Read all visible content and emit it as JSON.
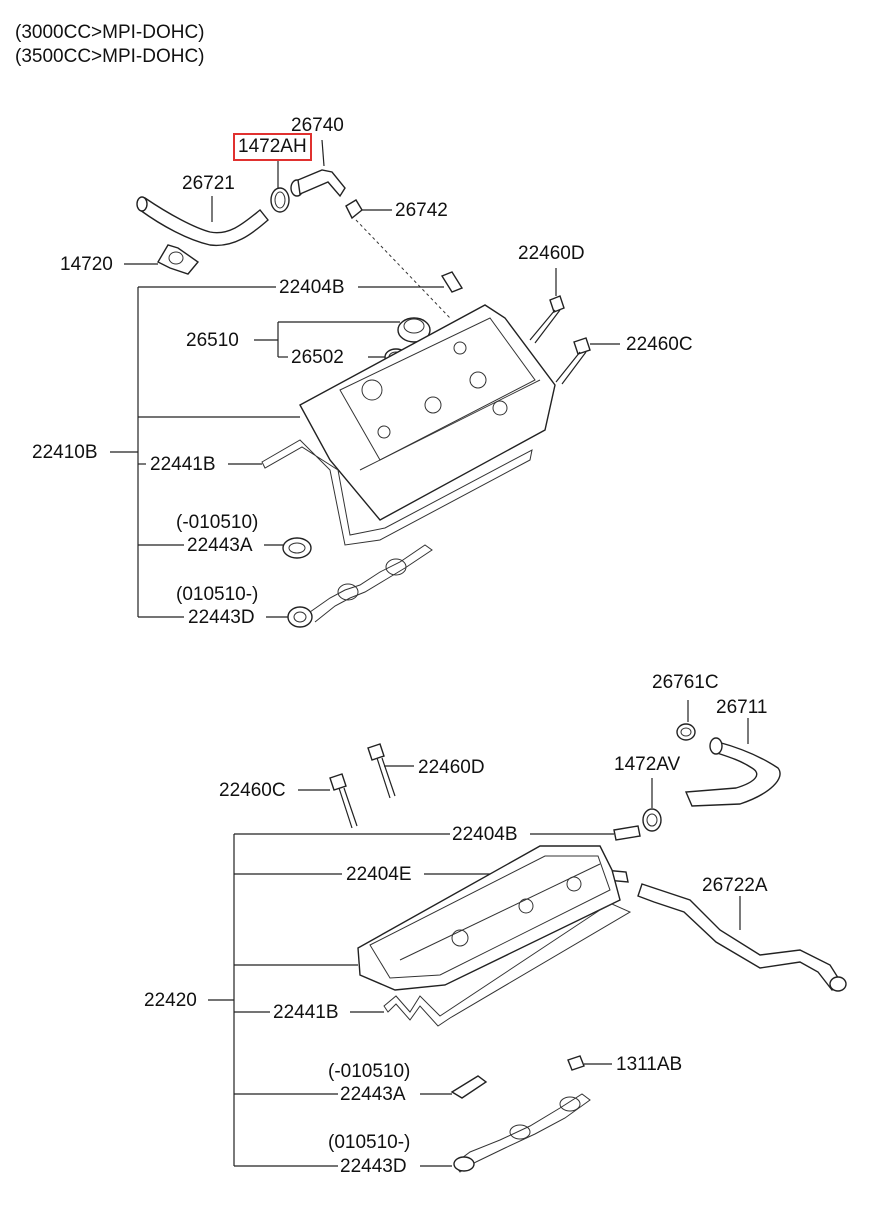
{
  "header": {
    "line1": "(3000CC>MPI-DOHC)",
    "line2": "(3500CC>MPI-DOHC)"
  },
  "highlight": {
    "part": "1472AH",
    "color": "#e0312f"
  },
  "upper": {
    "p26740": "26740",
    "p1472AH": "1472AH",
    "p26721": "26721",
    "p26742": "26742",
    "p14720": "14720",
    "p22460D": "22460D",
    "p22404B": "22404B",
    "p26510": "26510",
    "p26502": "26502",
    "p22460C": "22460C",
    "p22410B": "22410B",
    "p22441B": "22441B",
    "date_a": "(-010510)",
    "p22443A": "22443A",
    "date_d": "(010510-)",
    "p22443D": "22443D"
  },
  "lower": {
    "p26761C": "26761C",
    "p26711": "26711",
    "p1472AV": "1472AV",
    "p22460D": "22460D",
    "p22460C": "22460C",
    "p22404B": "22404B",
    "p22404E": "22404E",
    "p26722A": "26722A",
    "p22420": "22420",
    "p22441B": "22441B",
    "date_a": "(-010510)",
    "p22443A": "22443A",
    "p1311AB": "1311AB",
    "date_d": "(010510-)",
    "p22443D": "22443D"
  }
}
